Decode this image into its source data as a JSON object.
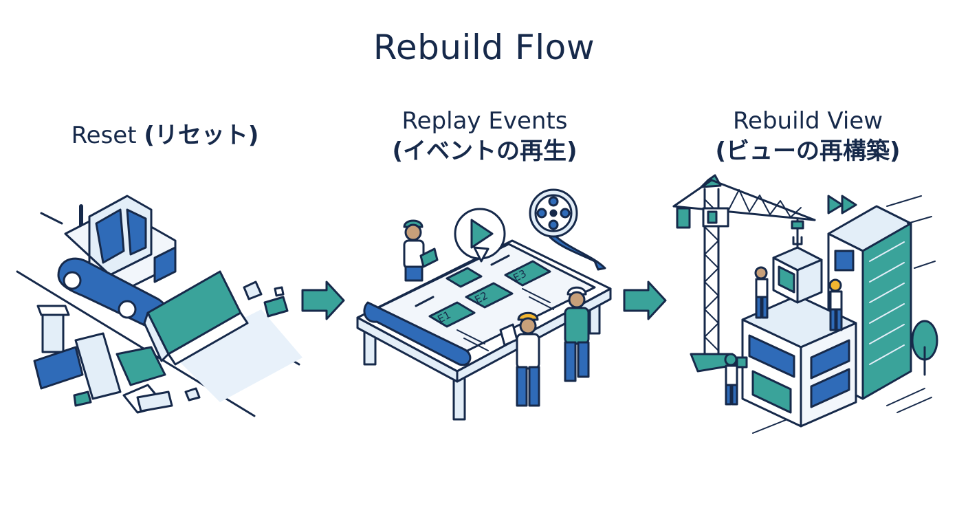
{
  "title": "Rebuild Flow",
  "stages": [
    {
      "name_en": "Reset",
      "name_jp": "(リセット)"
    },
    {
      "name_en": "Replay Events",
      "name_jp": "(イベントの再生)"
    },
    {
      "name_en": "Rebuild View",
      "name_jp": "(ビューの再構築)"
    }
  ],
  "event_cards": [
    "E1",
    "E2",
    "E3"
  ],
  "colors": {
    "navy": "#16294a",
    "blue": "#2f6bb8",
    "teal": "#3aa39a",
    "light_blue": "#e3eef8",
    "pale": "#f2f6fb"
  }
}
